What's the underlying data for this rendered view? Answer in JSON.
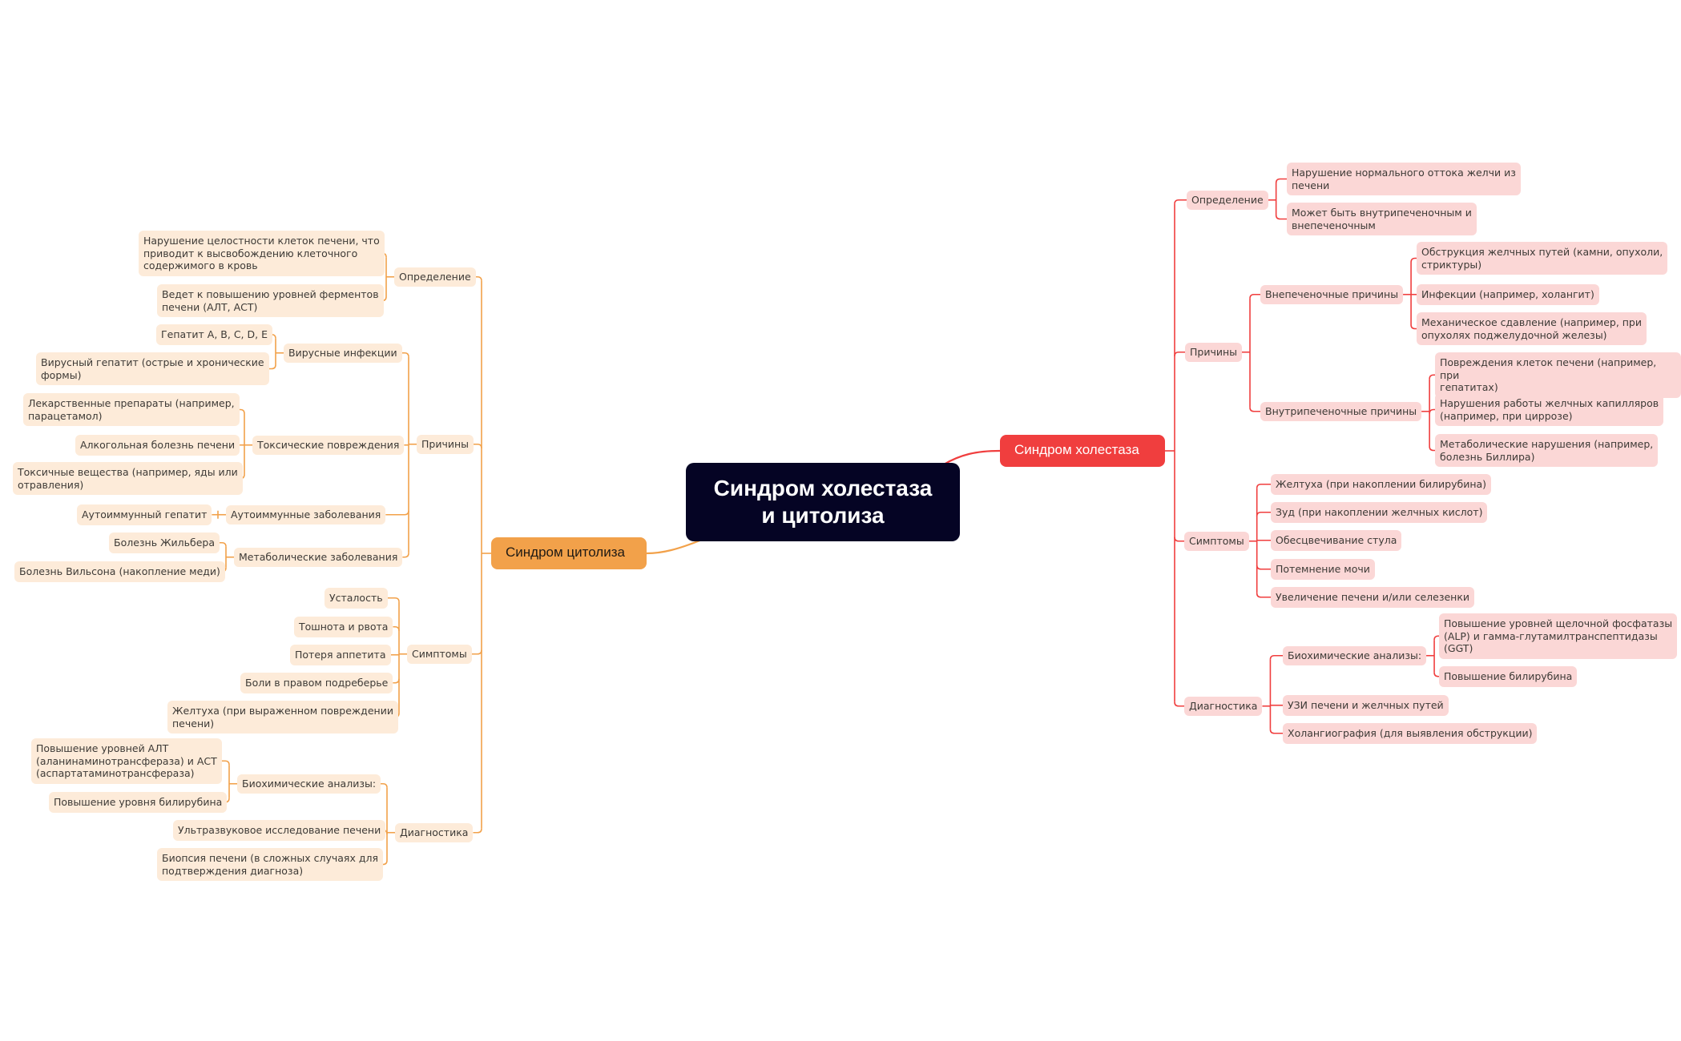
{
  "root": {
    "title": "Синдром холестаза\nи цитолиза"
  },
  "cytolysis": {
    "title": "Синдром цитолиза",
    "color": "#f2a14a",
    "definition": {
      "label": "Определение",
      "items": [
        "Нарушение целостности клеток печени, что\nприводит к высвобождению клеточного\nсодержимого в кровь",
        "Ведет к повышению уровней ферментов\nпечени (АЛТ, АСТ)"
      ]
    },
    "causes": {
      "label": "Причины",
      "viral": {
        "label": "Вирусные инфекции",
        "items": [
          "Гепатит A, B, C, D, E",
          "Вирусный гепатит (острые и хронические\nформы)"
        ]
      },
      "toxic": {
        "label": "Токсические повреждения",
        "items": [
          "Лекарственные препараты (например,\nпарацетамол)",
          "Алкогольная болезнь печени",
          "Токсичные вещества (например, яды или\nотравления)"
        ]
      },
      "autoimmune": {
        "label": "Аутоиммунные заболевания",
        "items": [
          "Аутоиммунный гепатит"
        ]
      },
      "metabolic": {
        "label": "Метаболические заболевания",
        "items": [
          "Болезнь Жильбера",
          "Болезнь Вильсона (накопление меди)"
        ]
      }
    },
    "symptoms": {
      "label": "Симптомы",
      "items": [
        "Усталость",
        "Тошнота и рвота",
        "Потеря аппетита",
        "Боли в правом подреберье",
        "Желтуха (при выраженном повреждении\nпечени)"
      ]
    },
    "diagnostics": {
      "label": "Диагностика",
      "biochem": {
        "label": "Биохимические анализы:",
        "items": [
          "Повышение уровней АЛТ\n(аланинаминотрансфераза) и АСТ\n(аспартатаминотрансфераза)",
          "Повышение уровня билирубина"
        ]
      },
      "items": [
        "Ультразвуковое исследование печени",
        "Биопсия печени (в сложных случаях для\nподтверждения диагноза)"
      ]
    }
  },
  "cholestasis": {
    "title": "Синдром холестаза",
    "color": "#f03e3e",
    "definition": {
      "label": "Определение",
      "items": [
        "Нарушение нормального оттока желчи из\nпечени",
        "Может быть внутрипеченочным и\nвнепеченочным"
      ]
    },
    "causes": {
      "label": "Причины",
      "extra": {
        "label": "Внепеченочные причины",
        "items": [
          "Обструкция желчных путей (камни, опухоли,\nстриктуры)",
          "Инфекции (например, холангит)",
          "Механическое сдавление (например, при\nопухолях поджелудочной железы)"
        ]
      },
      "intra": {
        "label": "Внутрипеченочные причины",
        "items": [
          "Повреждения клеток печени (например, при\nгепатитах)",
          "Нарушения работы желчных капилляров\n(например, при циррозе)",
          "Метаболические нарушения (например,\nболезнь Биллира)"
        ]
      }
    },
    "symptoms": {
      "label": "Симптомы",
      "items": [
        "Желтуха (при накоплении билирубина)",
        "Зуд (при накоплении желчных кислот)",
        "Обесцвечивание стула",
        "Потемнение мочи",
        "Увеличение печени и/или селезенки"
      ]
    },
    "diagnostics": {
      "label": "Диагностика",
      "biochem": {
        "label": "Биохимические анализы:",
        "items": [
          "Повышение уровней щелочной фосфатазы\n(ALP) и гамма-глутамилтранспептидазы\n(GGT)",
          "Повышение билирубина"
        ]
      },
      "items": [
        "УЗИ печени и желчных путей",
        "Холангиография (для выявления обструкции)"
      ]
    }
  }
}
